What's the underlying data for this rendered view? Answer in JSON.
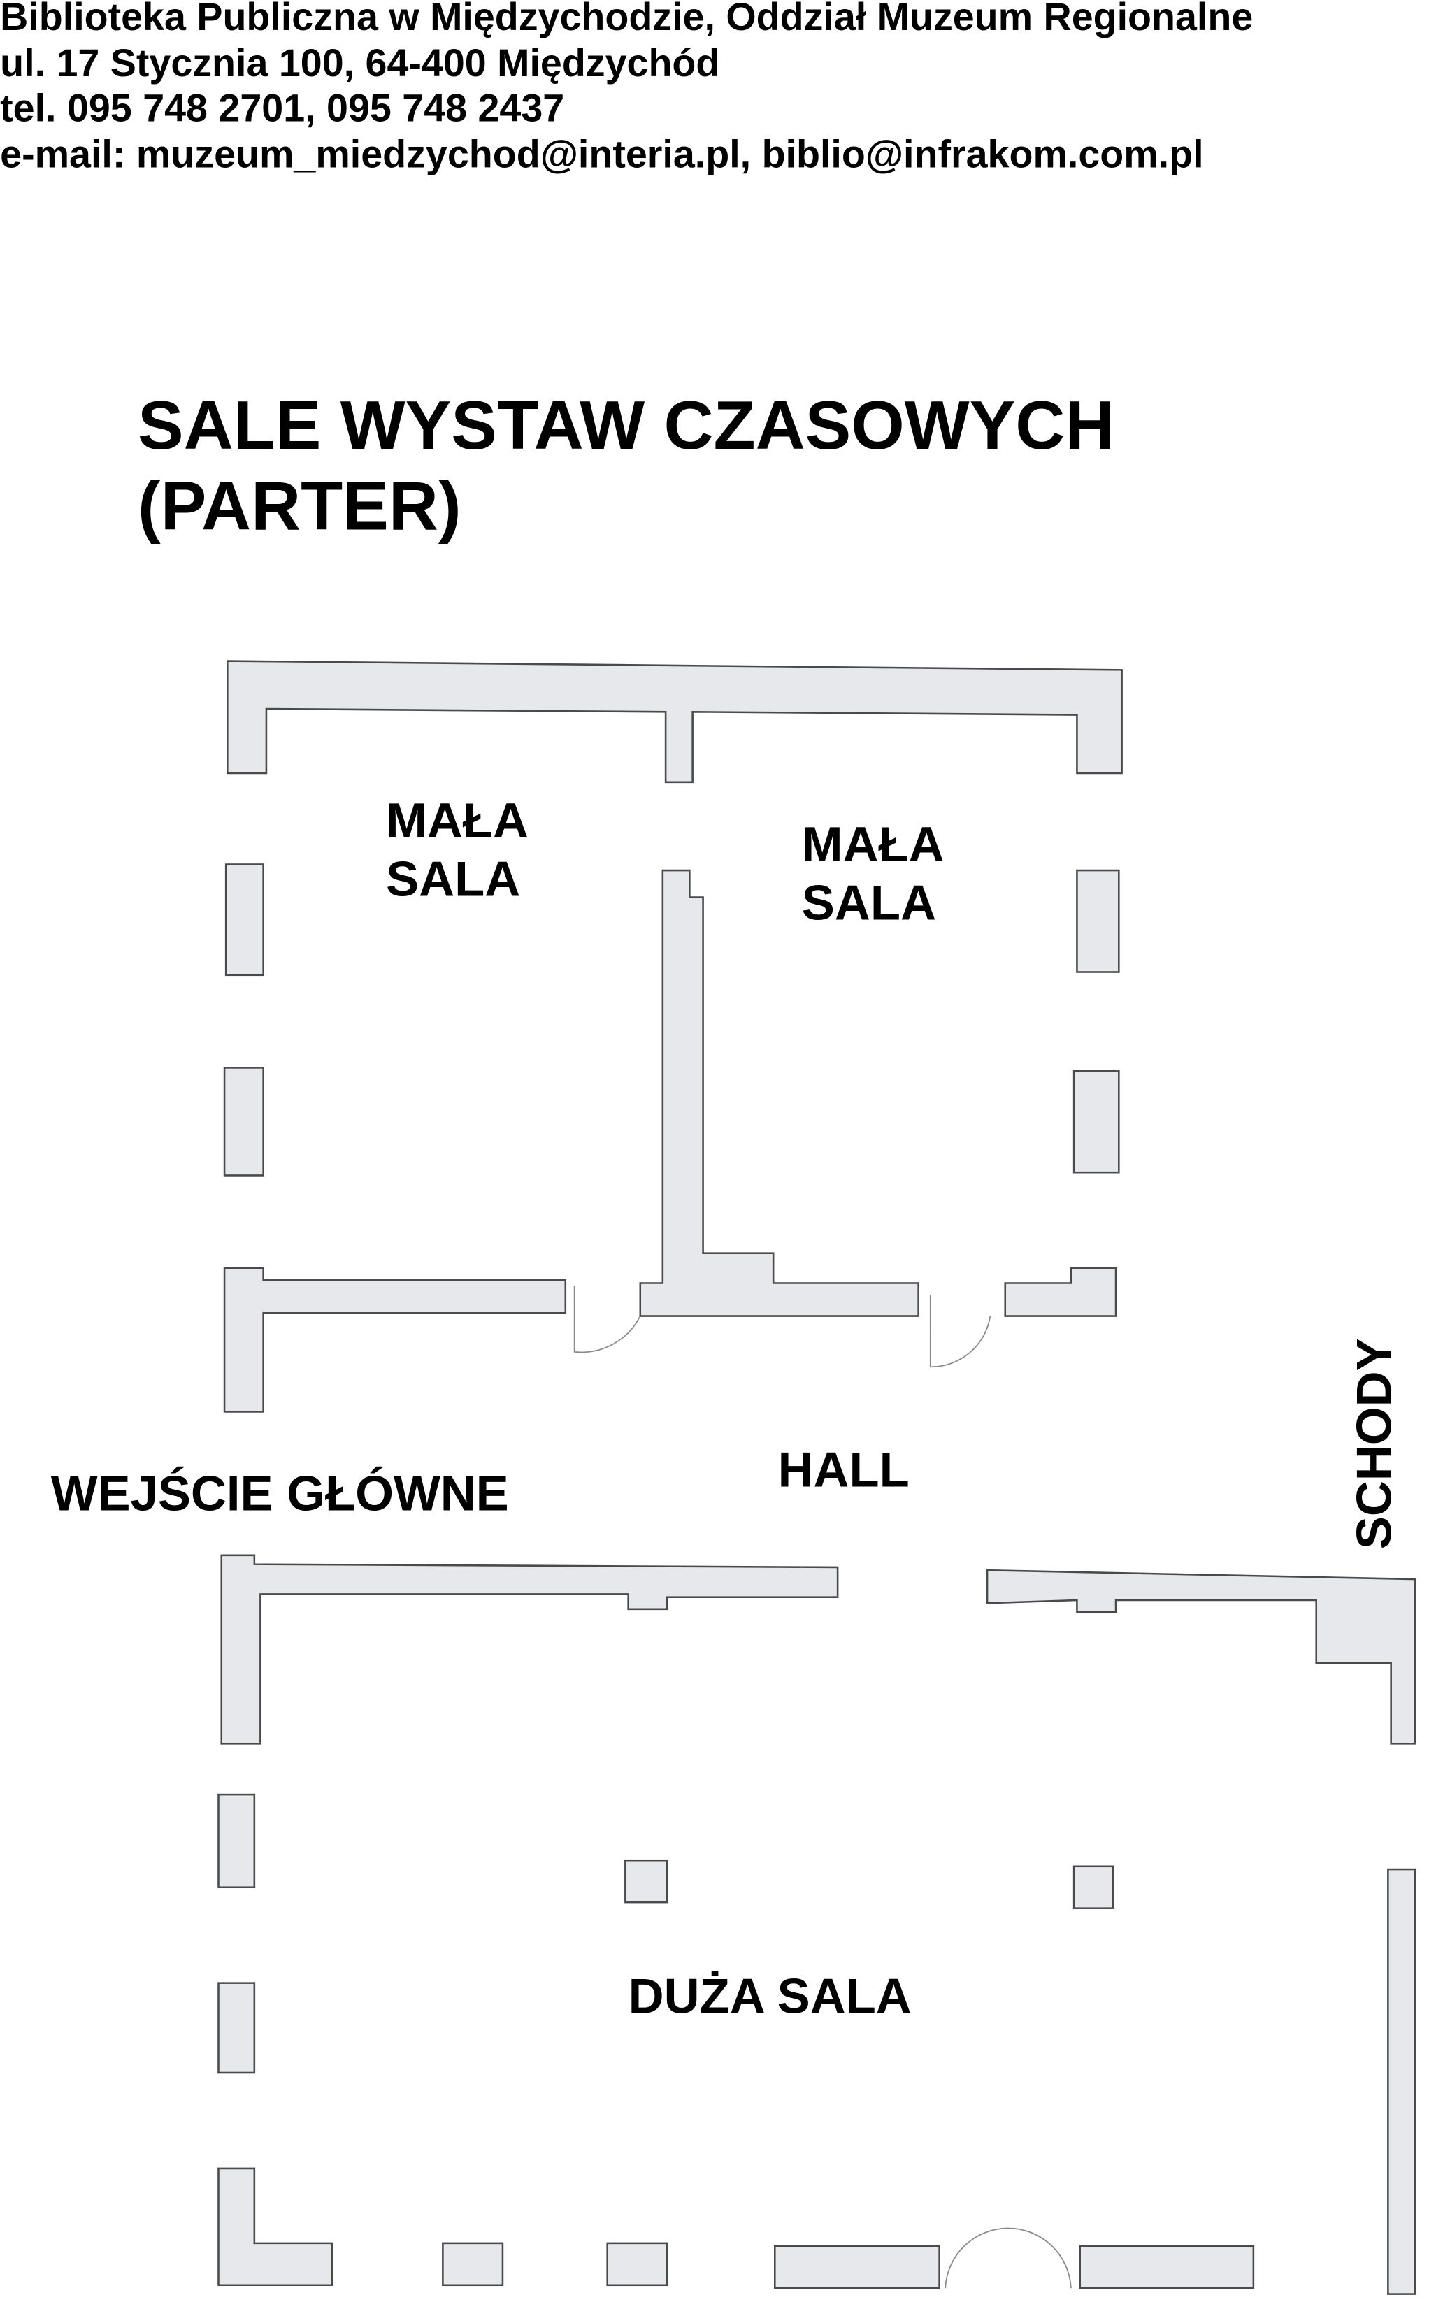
{
  "header": {
    "line1": "Biblioteka Publiczna w Międzychodzie, Oddział Muzeum Regionalne",
    "line2": "ul. 17 Stycznia 100, 64-400 Międzychód",
    "line3": "tel. 095 748 2701, 095 748 2437",
    "line4": "e-mail: muzeum_miedzychod@interia.pl, biblio@infrakom.com.pl"
  },
  "title": {
    "line1": "SALE WYSTAW CZASOWYCH",
    "line2": "(PARTER)"
  },
  "plan": {
    "rooms": {
      "small_left": {
        "line1": "MAŁA",
        "line2": "SALA"
      },
      "small_right": {
        "line1": "MAŁA",
        "line2": "SALA"
      },
      "entrance": "WEJŚCIE GŁÓWNE",
      "hall": "HALL",
      "stairs": "SCHODY",
      "large": "DUŻA SALA"
    },
    "colors": {
      "wall": "#e6e8ec",
      "outline": "#4a4a4a"
    }
  }
}
